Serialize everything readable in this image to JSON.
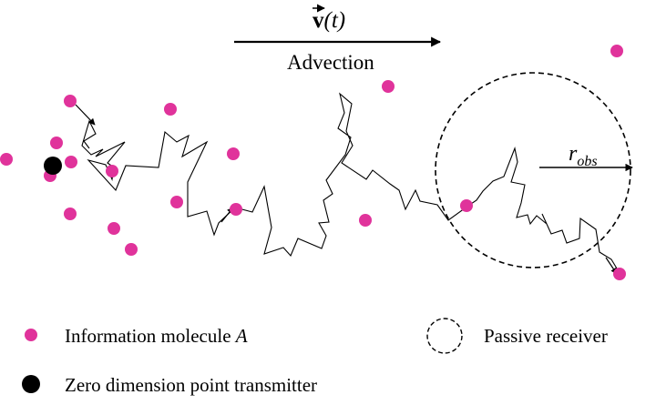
{
  "diagram": {
    "velocity_label": "v(t)",
    "velocity_vector": "v",
    "velocity_arg": "(t)",
    "advection_label": "Advection",
    "radius_symbol": "r",
    "radius_subscript": "obs"
  },
  "legend": {
    "molecule_label": "Information molecule ",
    "molecule_symbol": "A",
    "receiver_label": "Passive receiver",
    "transmitter_label": "Zero dimension point transmitter"
  },
  "colors": {
    "molecule": "#e0339b",
    "transmitter": "#000000",
    "path": "#000000"
  }
}
